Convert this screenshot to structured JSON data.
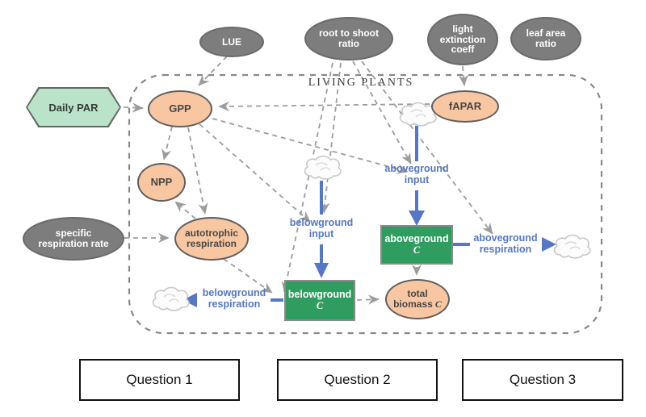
{
  "diagram": {
    "boundary_label": "LIVING PLANTS",
    "colors": {
      "stock_green": "#2f9d60",
      "converter_peach": "#f8c7a1",
      "external_gray": "#7d7d7d",
      "flow_blue": "#5577c5",
      "hexagon_mint": "#bbe3ca",
      "connector_gray": "#9c9c9c"
    },
    "nodes": {
      "daily_par": {
        "label": "Daily PAR"
      },
      "lue": {
        "label": "LUE"
      },
      "root_to_shoot": {
        "label": "root to shoot ratio"
      },
      "light_extinction": {
        "label": "light extinction coeff"
      },
      "leaf_area": {
        "label": "leaf area ratio"
      },
      "specific_respiration": {
        "label": "specific respiration rate"
      },
      "gpp": {
        "label": "GPP"
      },
      "npp": {
        "label": "NPP"
      },
      "autotrophic_respiration": {
        "label": "autotrophic respiration"
      },
      "fapar": {
        "label": "fAPAR"
      },
      "aboveground_c": {
        "name": "aboveground",
        "symbol": "C"
      },
      "belowground_c": {
        "name": "belowground",
        "symbol": "C"
      },
      "total_biomass": {
        "line1": "total",
        "line2": "biomass",
        "symbol": "C"
      }
    },
    "flows": {
      "aboveground_input": {
        "label": "aboveground input"
      },
      "belowground_input": {
        "label": "belowground input"
      },
      "aboveground_respiration": {
        "label": "aboveground respiration"
      },
      "belowground_respiration": {
        "label": "belowground respiration"
      }
    }
  },
  "questions": [
    {
      "label": "Question 1"
    },
    {
      "label": "Question 2"
    },
    {
      "label": "Question 3"
    }
  ]
}
